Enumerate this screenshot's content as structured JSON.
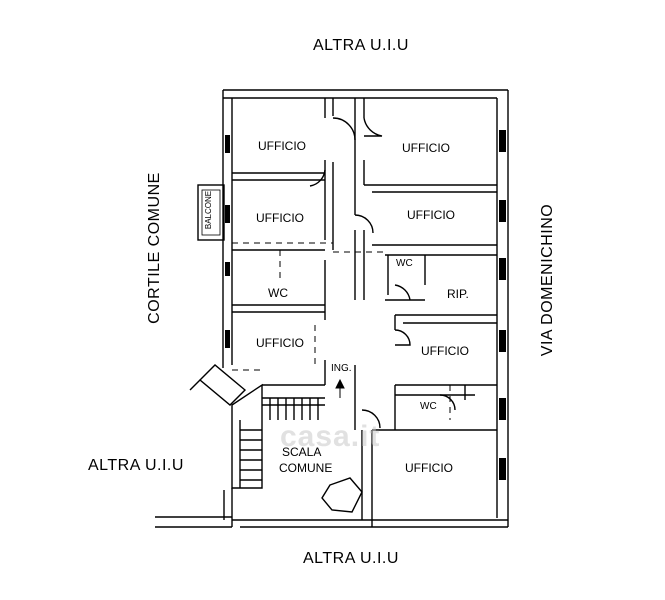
{
  "surroundings": {
    "top": "ALTRA U.I.U",
    "bottom": "ALTRA U.I.U",
    "left_bottom": "ALTRA U.I.U",
    "left": "CORTILE COMUNE",
    "right": "VIA DOMENICHINO"
  },
  "rooms": {
    "ufficio_1": "UFFICIO",
    "ufficio_2": "UFFICIO",
    "ufficio_3": "UFFICIO",
    "ufficio_4": "UFFICIO",
    "ufficio_5": "UFFICIO",
    "ufficio_6": "UFFICIO",
    "ufficio_7": "UFFICIO",
    "wc_left": "WC",
    "wc_center": "WC",
    "wc_right": "WC",
    "rip": "RIP.",
    "balcone": "BALCONE",
    "ingresso": "ING.",
    "scala_1": "SCALA",
    "scala_2": "COMUNE"
  },
  "watermark": "casa.it"
}
